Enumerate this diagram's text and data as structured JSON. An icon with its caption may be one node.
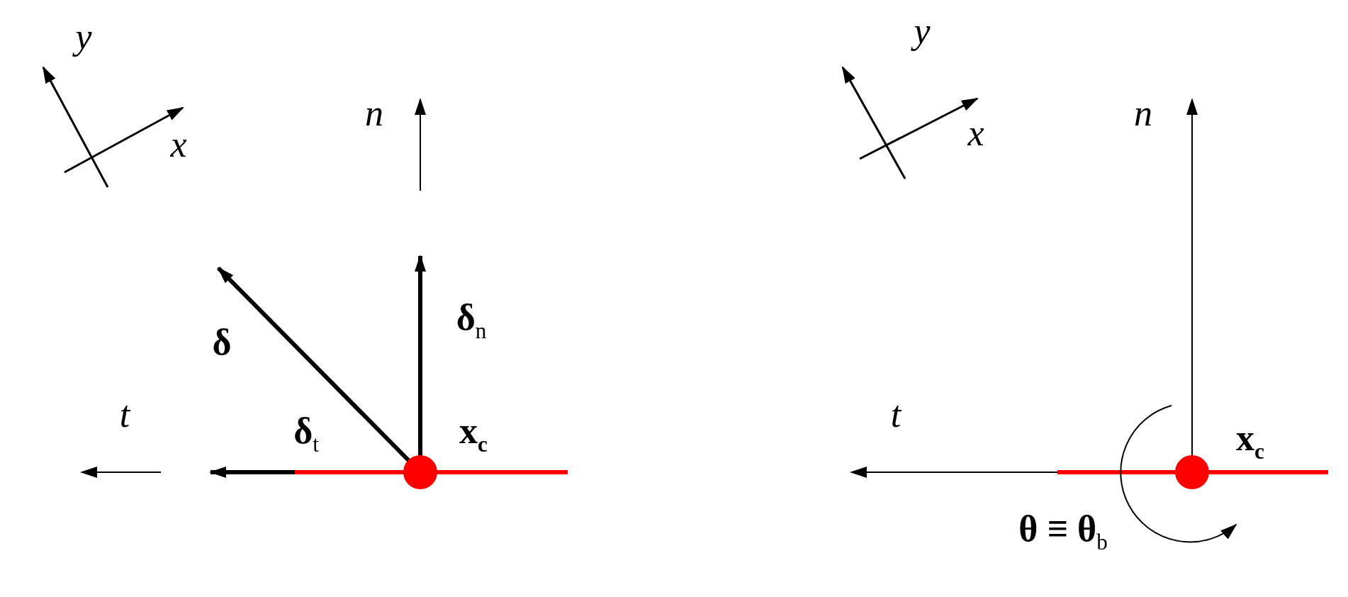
{
  "diagram": {
    "labels": [
      "y",
      "x",
      "n",
      "δ",
      "**δ**$_{n}$",
      "t",
      "**δ**$_{t}$",
      "x$_{c}$",
      "y",
      "x",
      "n",
      "t",
      "x$_{c}$",
      "**θ ≡ θ**$_{b}$"
    ]
  }
}
